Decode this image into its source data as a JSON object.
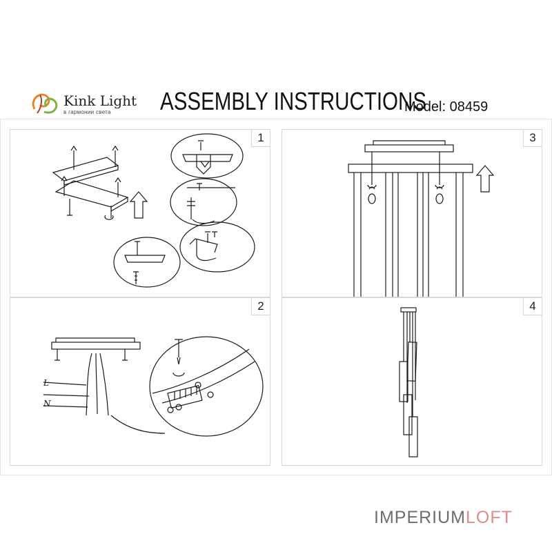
{
  "header": {
    "brand_name": "Kink Light",
    "brand_tagline": "в гармонии света",
    "title": "ASSEMBLY INSTRUCTIONS",
    "model": "Model: 08459"
  },
  "steps": [
    {
      "number": "1"
    },
    {
      "number": "2",
      "labels": {
        "live": "L",
        "neutral": "N"
      }
    },
    {
      "number": "3"
    },
    {
      "number": "4"
    }
  ],
  "watermark": {
    "part1": "IMPERIUM",
    "part2": "LOFT"
  },
  "colors": {
    "line": "#1a1a1a",
    "border": "#d8d8d8",
    "watermark_gray": "#6e6e6e",
    "watermark_pink": "#e08a8a",
    "logo_orange": "#e9832a",
    "logo_green": "#7cb342"
  }
}
